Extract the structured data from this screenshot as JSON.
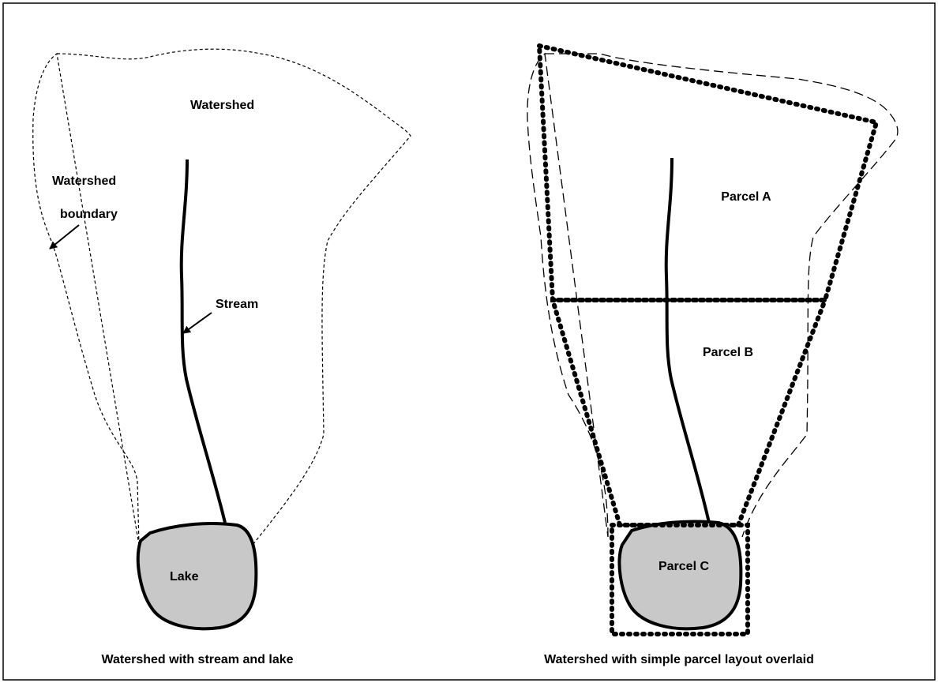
{
  "left_panel": {
    "caption": "Watershed with stream and lake",
    "labels": {
      "watershed": "Watershed",
      "boundary_line1": "Watershed",
      "boundary_line2": "boundary",
      "stream": "Stream",
      "lake": "Lake"
    }
  },
  "right_panel": {
    "caption": "Watershed with simple parcel layout overlaid",
    "labels": {
      "parcel_a": "Parcel A",
      "parcel_b": "Parcel B",
      "parcel_c": "Parcel C"
    }
  },
  "colors": {
    "lake_fill": "#c8c8c8",
    "ink": "#000000",
    "background": "#ffffff"
  }
}
